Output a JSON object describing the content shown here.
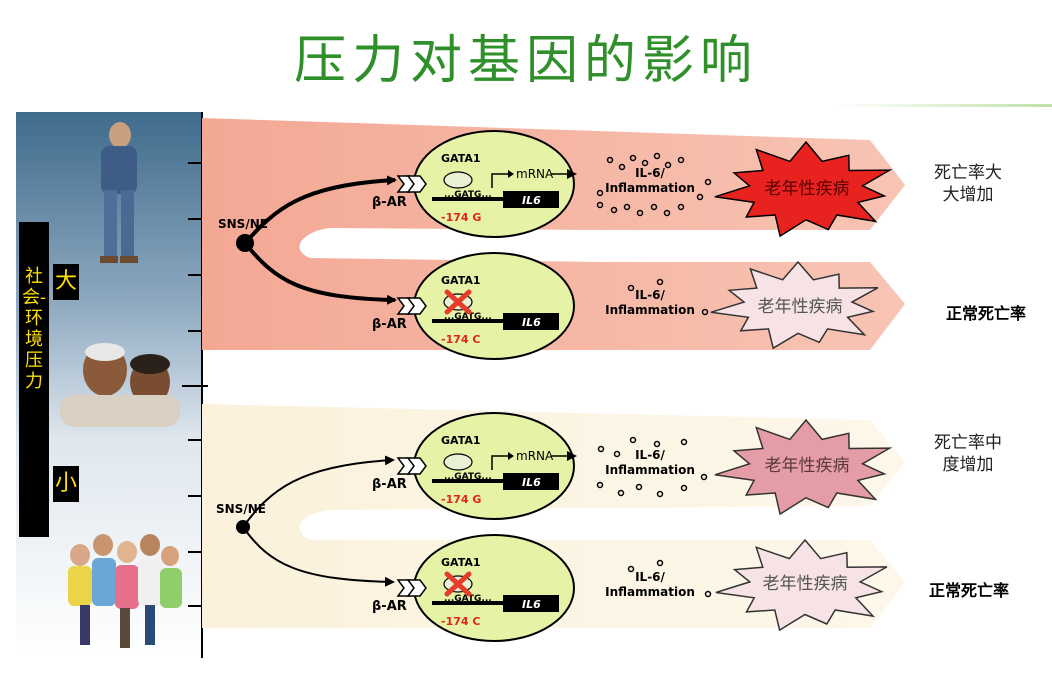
{
  "title": "压力对基因的影响",
  "stress_axis": {
    "label": "社会-环境压力",
    "high": "大",
    "low": "小"
  },
  "sns_label": "SNS/NE",
  "receptor_label": "β-AR",
  "gata_label": "GATA1",
  "seq_label": "...GATG...",
  "mrna_label": "mRNA",
  "gene_label": "IL6",
  "inflammation_label": "IL-6/ Inflammation",
  "disease_label": "老年性疾病",
  "pathways": [
    {
      "variant": "-174 G",
      "outcome": "死亡率大大增加"
    },
    {
      "variant": "-174 C",
      "outcome": "正常死亡率"
    },
    {
      "variant": "-174 G",
      "outcome": "死亡率中度增加"
    },
    {
      "variant": "-174 C",
      "outcome": "正常死亡率"
    }
  ],
  "colors": {
    "title": "#2f8f2a",
    "high_band": "#f6b6a4",
    "low_band": "#fbf4e2",
    "cell": "#e6f2a6",
    "burst_severe": "#e8231f",
    "burst_moderate": "#e49da6",
    "burst_mild": "#f7e3e6",
    "variant": "#e2231a",
    "blocked": "#e83c2a"
  }
}
